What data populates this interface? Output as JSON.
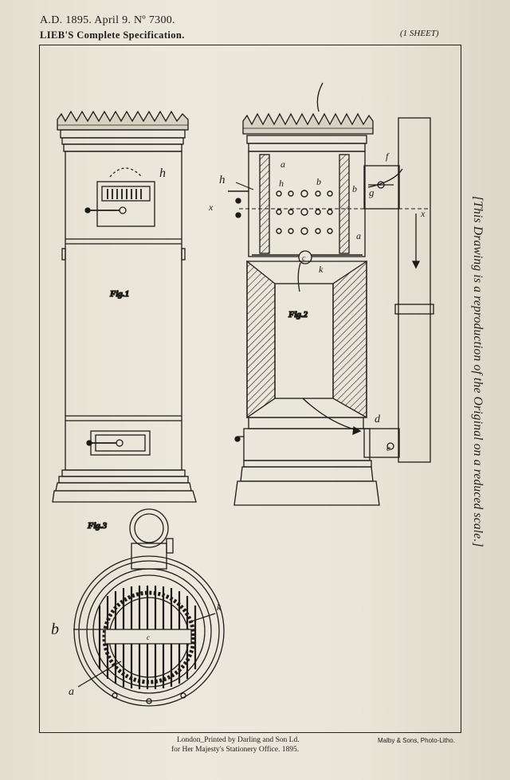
{
  "header": {
    "line1": "A.D. 1895. April 9. Nº 7300.",
    "line2": "LIEB'S Complete Specification.",
    "sheet": "(1 SHEET)"
  },
  "side_note": "[This Drawing is a reproduction of the Original on a reduced scale.]",
  "footer": {
    "line1": "London_Printed by Darling and Son Ld.",
    "line2": "for Her Majesty's Stationery Office. 1895.",
    "litho": "Malby & Sons, Photo-Litho."
  },
  "figures": {
    "fig1": "Fig.1",
    "fig2": "Fig.2",
    "fig3": "Fig.3"
  },
  "labels": {
    "fig1_h": "h",
    "fig2_a_top": "a",
    "fig2_h_inner": "h",
    "fig2_b_inner": "b",
    "fig2_b_right": "b",
    "fig2_h_left": "h",
    "fig2_x_left": "x",
    "fig2_x_right": "x",
    "fig2_f": "f",
    "fig2_g": "g",
    "fig2_a_lower": "a",
    "fig2_c": "c",
    "fig2_k": "k",
    "fig2_d": "d",
    "fig2_e": "e",
    "fig3_b": "b",
    "fig3_k": "k",
    "fig3_c": "c",
    "fig3_a": "a"
  },
  "colors": {
    "paper": "#e9e5d8",
    "ink": "#1d1b18",
    "background": "#2b2a25"
  }
}
